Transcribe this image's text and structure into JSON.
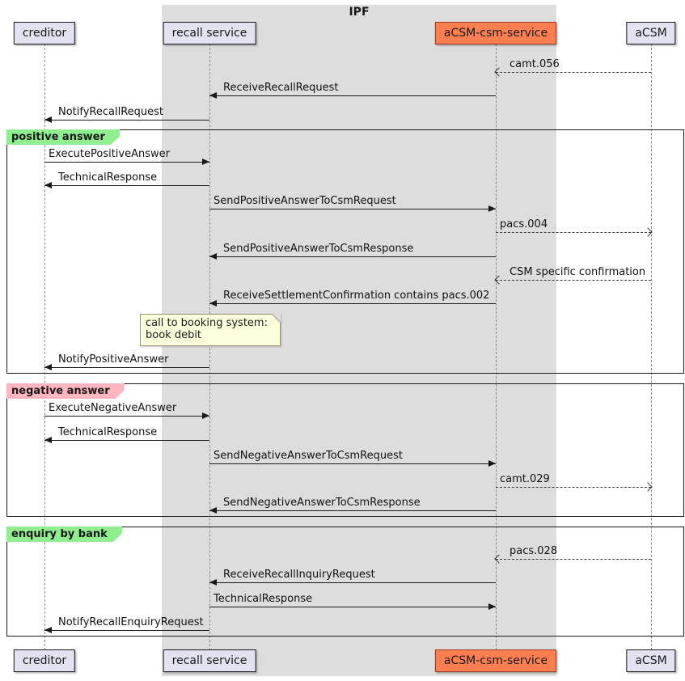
{
  "diagram": {
    "box_title": "IPF",
    "participants": [
      {
        "id": "creditor",
        "label": "creditor"
      },
      {
        "id": "recall-service",
        "label": "recall service"
      },
      {
        "id": "acsm-csm-service",
        "label": "aCSM-csm-service"
      },
      {
        "id": "acsm",
        "label": "aCSM"
      }
    ],
    "frames": [
      {
        "label": "positive answer",
        "color": "#90ee90"
      },
      {
        "label": "negative answer",
        "color": "#ffb6c1"
      },
      {
        "label": "enquiry by bank",
        "color": "#90ee90"
      }
    ],
    "note": {
      "line1": "call to booking system:",
      "line2": "book debit"
    },
    "messages": [
      {
        "label": "camt.056",
        "from": "aCSM",
        "to": "aCSM-csm-service",
        "style": "dashed"
      },
      {
        "label": "ReceiveRecallRequest",
        "from": "aCSM-csm-service",
        "to": "recall service",
        "style": "solid"
      },
      {
        "label": "NotifyRecallRequest",
        "from": "recall service",
        "to": "creditor",
        "style": "solid"
      },
      {
        "label": "ExecutePositiveAnswer",
        "from": "creditor",
        "to": "recall service",
        "style": "solid"
      },
      {
        "label": "TechnicalResponse",
        "from": "recall service",
        "to": "creditor",
        "style": "solid"
      },
      {
        "label": "SendPositiveAnswerToCsmRequest",
        "from": "recall service",
        "to": "aCSM-csm-service",
        "style": "solid"
      },
      {
        "label": "pacs.004",
        "from": "aCSM-csm-service",
        "to": "aCSM",
        "style": "dashed"
      },
      {
        "label": "SendPositiveAnswerToCsmResponse",
        "from": "aCSM-csm-service",
        "to": "recall service",
        "style": "solid"
      },
      {
        "label": "CSM specific confirmation",
        "from": "aCSM",
        "to": "aCSM-csm-service",
        "style": "dashed"
      },
      {
        "label": "ReceiveSettlementConfirmation contains pacs.002",
        "from": "aCSM-csm-service",
        "to": "recall service",
        "style": "solid"
      },
      {
        "label": "NotifyPositiveAnswer",
        "from": "recall service",
        "to": "creditor",
        "style": "solid"
      },
      {
        "label": "ExecuteNegativeAnswer",
        "from": "creditor",
        "to": "recall service",
        "style": "solid"
      },
      {
        "label": "TechnicalResponse",
        "from": "recall service",
        "to": "creditor",
        "style": "solid"
      },
      {
        "label": "SendNegativeAnswerToCsmRequest",
        "from": "recall service",
        "to": "aCSM-csm-service",
        "style": "solid"
      },
      {
        "label": "camt.029",
        "from": "aCSM-csm-service",
        "to": "aCSM",
        "style": "dashed"
      },
      {
        "label": "SendNegativeAnswerToCsmResponse",
        "from": "aCSM-csm-service",
        "to": "recall service",
        "style": "solid"
      },
      {
        "label": "pacs.028",
        "from": "aCSM",
        "to": "aCSM-csm-service",
        "style": "dashed"
      },
      {
        "label": "ReceiveRecallInquiryRequest",
        "from": "aCSM-csm-service",
        "to": "recall service",
        "style": "solid"
      },
      {
        "label": "TechnicalResponse",
        "from": "recall service",
        "to": "aCSM-csm-service",
        "style": "solid"
      },
      {
        "label": "NotifyRecallEnquiryRequest",
        "from": "recall service",
        "to": "creditor",
        "style": "solid"
      }
    ],
    "colors": {
      "group_box_fill": "#dddddd",
      "participant_fill": "#e2e2f0",
      "highlight_participant_fill": "#ff7f50",
      "frame_green": "#90ee90",
      "frame_pink": "#ffb6c1",
      "note_fill": "#feffdd"
    }
  }
}
